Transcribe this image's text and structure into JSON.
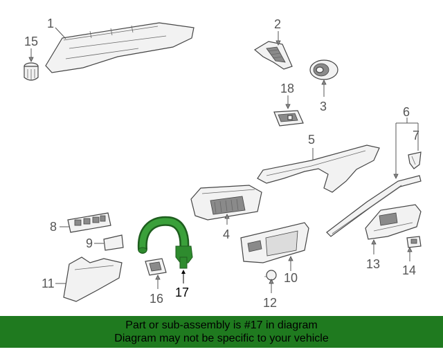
{
  "callouts": {
    "c1": "1",
    "c2": "2",
    "c3": "3",
    "c4": "4",
    "c5": "5",
    "c6": "6",
    "c7": "7",
    "c8": "8",
    "c9": "9",
    "c10": "10",
    "c11": "11",
    "c12": "12",
    "c13": "13",
    "c14": "14",
    "c15": "15",
    "c16": "16",
    "c17": "17",
    "c18": "18"
  },
  "highlight": {
    "part_number": "17",
    "color": "#2e8b2e"
  },
  "banner": {
    "line1": "Part or sub-assembly is #17 in diagram",
    "line2": "Diagram may not be specific to your vehicle",
    "background": "#1f7a1f"
  }
}
